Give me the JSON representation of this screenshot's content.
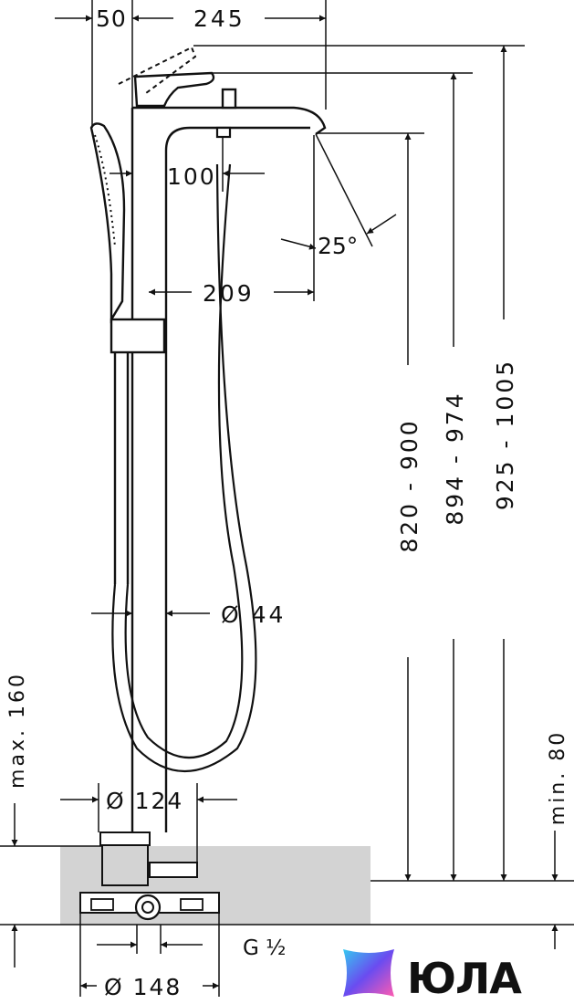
{
  "drawing": {
    "dimensions": {
      "top_offset": "50",
      "spout_reach": "245",
      "spout_offset": "100",
      "spout_angle": "25°",
      "spout_to_column": "209",
      "height_spout": "820 - 900",
      "height_lever": "894 - 974",
      "height_total": "925 - 1005",
      "column_diameter": "Ø 44",
      "base_diameter": "Ø 124",
      "floor_max": "max. 160",
      "floor_min": "min. 80",
      "connection": "G ½",
      "box_diameter": "Ø 148"
    }
  },
  "logo": {
    "text": "ЮЛА",
    "colors": {
      "primary": "#6a4cf0",
      "secondary": "#35c9f0",
      "accent": "#ff5bb0"
    },
    "icon": "star-diamond-icon"
  },
  "colors": {
    "line": "#111111",
    "floor_fill": "#d3d3d3",
    "background": "#ffffff"
  }
}
